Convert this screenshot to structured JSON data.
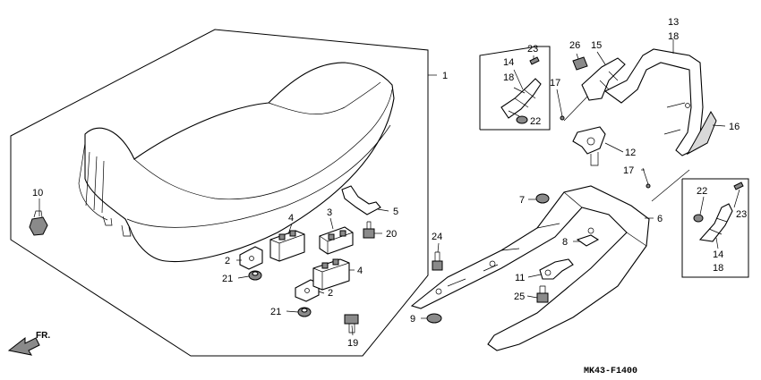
{
  "diagram": {
    "code": "MK43-F1400",
    "direction_label": "FR.",
    "callouts": [
      "1",
      "2",
      "2",
      "3",
      "4",
      "4",
      "5",
      "6",
      "7",
      "8",
      "9",
      "10",
      "11",
      "12",
      "13",
      "14",
      "14",
      "15",
      "16",
      "17",
      "17",
      "18",
      "18",
      "18",
      "19",
      "20",
      "21",
      "21",
      "22",
      "22",
      "23",
      "23",
      "24",
      "25",
      "26"
    ]
  },
  "colors": {
    "line": "#000000",
    "background": "#ffffff",
    "shade": "#8a8a8a"
  },
  "icons": [
    "front-arrow-icon"
  ]
}
